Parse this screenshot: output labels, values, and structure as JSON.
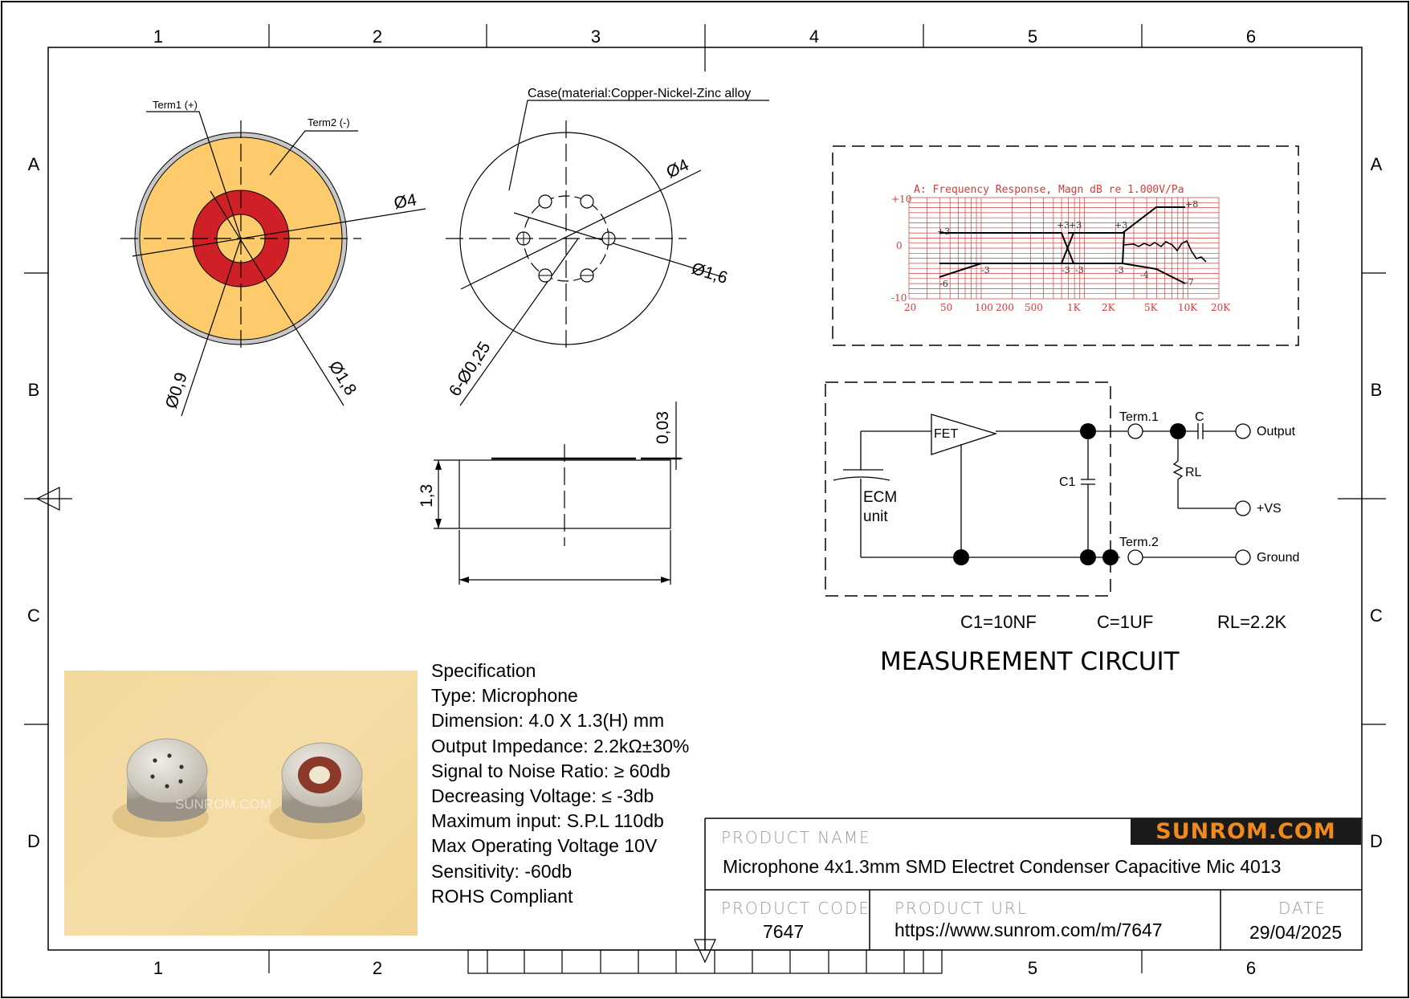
{
  "frame": {
    "columns": [
      "1",
      "2",
      "3",
      "4",
      "5",
      "6"
    ],
    "rows": [
      "A",
      "B",
      "C",
      "D"
    ]
  },
  "front_view": {
    "term1_label": "Term1 (+)",
    "term2_label": "Term2 (-)",
    "dia_outer": "Ø4",
    "dia_inner": "Ø0,9",
    "dia_mid": "Ø1,8",
    "colors": {
      "outer_ring": "#fdca6c",
      "red_ring": "#cf2027",
      "rim": "#c8c8c8"
    }
  },
  "back_view": {
    "case_label": "Case(material:Copper-Nickel-Zinc alloy",
    "dia_outer": "Ø4",
    "dia_hole_circle": "Ø1,6",
    "holes_label": "6-Ø0,25"
  },
  "side_view": {
    "height_label": "1,3",
    "top_label": "0,03"
  },
  "frequency_response": {
    "title": "A: Frequency Response, Magn dB re 1.000V/Pa",
    "y_ticks": [
      "+10",
      "0",
      "-10"
    ],
    "x_ticks": [
      "20",
      "50",
      "100",
      "200",
      "500",
      "1K",
      "2K",
      "5K",
      "10K",
      "20K"
    ],
    "annotations": [
      "+3",
      "-6",
      "-3",
      "+3",
      "+3",
      "-3",
      "-3",
      "+3",
      "-3",
      "-4",
      "+8",
      "-7"
    ],
    "color": "#d23c3c"
  },
  "circuit": {
    "fet_label": "FET",
    "ecm_label_1": "ECM",
    "ecm_label_2": "unit",
    "c1_label": "C1",
    "term1_label": "Term.1",
    "term2_label": "Term.2",
    "c_label": "C",
    "rl_label": "RL",
    "output_label": "Output",
    "vs_label": "+VS",
    "ground_label": "Ground",
    "c1_value": "C1=10NF",
    "c_value": "C=1UF",
    "rl_value": "RL=2.2K",
    "title": "MEASUREMENT CIRCUIT"
  },
  "specification": {
    "lines": [
      "Specification",
      "Type: Microphone",
      "Dimension: 4.0 X 1.3(H) mm",
      "Output Impedance: 2.2kΩ±30%",
      "Signal to Noise Ratio: ≥ 60db",
      "Decreasing Voltage: ≤ -3db",
      "Maximum input: S.P.L 110db",
      "Max Operating Voltage 10V",
      "Sensitivity: -60db",
      "ROHS Compliant"
    ]
  },
  "photo": {
    "watermark": "SUNROM.COM"
  },
  "title_block": {
    "logo": "SUNROM.COM",
    "product_name_label": "PRODUCT NAME",
    "product_name": "Microphone 4x1.3mm SMD Electret Condenser Capacitive Mic 4013",
    "product_code_label": "PRODUCT CODE",
    "product_code": "7647",
    "product_url_label": "PRODUCT URL",
    "product_url": "https://www.sunrom.com/m/7647",
    "date_label": "DATE",
    "date": "29/04/2025",
    "logo_colors": {
      "background": "#1a1a1a",
      "text": "#f08a1c"
    }
  }
}
